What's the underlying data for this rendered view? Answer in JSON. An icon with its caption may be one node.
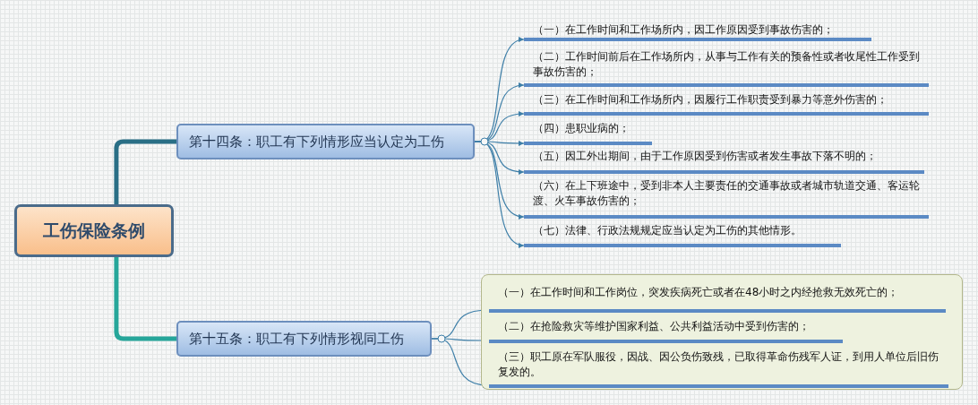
{
  "diagram": {
    "nodes": [
      {
        "text": [
          "工伤保险条例"
        ]
      },
      {
        "text": [
          "第十四条：职工有下列情形应当认定为工伤"
        ]
      },
      {
        "text": [
          "（一）在工作时间和工作场所内，因工作原因受到事故伤害的；"
        ]
      },
      {
        "text": [
          "（二）工作时间前后在工作场所内，从事与工作有关的预备性或者收尾性工作受到事故伤害的；"
        ]
      },
      {
        "text": [
          "（三）在工作时间和工作场所内，因履行工作职责受到暴力等意外伤害的；"
        ]
      },
      {
        "text": [
          "（四）患职业病的；"
        ]
      },
      {
        "text": [
          "（五）因工外出期间，由于工作原因受到伤害或者发生事故下落不明的；"
        ]
      },
      {
        "text": [
          "（六）在上下班途中，受到非本人主要责任的交通事故或者城市轨道交通、客运轮渡、火车事故伤害的；"
        ]
      },
      {
        "text": [
          "（七）法律、行政法规规定应当认定为工伤的其他情形。"
        ]
      },
      {
        "text": [
          "第十五条：职工有下列情形视同工伤"
        ]
      },
      {
        "text": [],
        "shape": "box"
      },
      {
        "text": [
          "（一）在工作时间和工作岗位，突发疾病死亡或者在48小时之内经抢救无效死亡的；"
        ],
        "in": 10
      },
      {
        "text": [
          "（二）在抢险救灾等维护国家利益、公共利益活动中受到伤害的；"
        ],
        "in": 10
      },
      {
        "text": [
          "（三）职工原在军队服役，因战、因公负伤致残，已取得革命伤残军人证，到用人单位后旧伤复发的。"
        ],
        "in": 10
      }
    ],
    "edges": [
      {
        "from": 0,
        "to": 1,
        "arrow": "none",
        "style": "thick",
        "color": "#2a6f86"
      },
      {
        "from": 0,
        "to": 9,
        "arrow": "none",
        "style": "thick",
        "color": "#26a69a"
      },
      {
        "from": 1,
        "to": 2,
        "arrow": "to"
      },
      {
        "from": 1,
        "to": 3,
        "arrow": "to"
      },
      {
        "from": 1,
        "to": 4,
        "arrow": "to"
      },
      {
        "from": 1,
        "to": 5,
        "arrow": "to"
      },
      {
        "from": 1,
        "to": 6,
        "arrow": "to"
      },
      {
        "from": 1,
        "to": 7,
        "arrow": "to"
      },
      {
        "from": 1,
        "to": 8,
        "arrow": "to"
      },
      {
        "from": 9,
        "to": 11,
        "arrow": "to"
      },
      {
        "from": 9,
        "to": 12,
        "arrow": "to"
      },
      {
        "from": 9,
        "to": 13,
        "arrow": "to"
      }
    ]
  }
}
